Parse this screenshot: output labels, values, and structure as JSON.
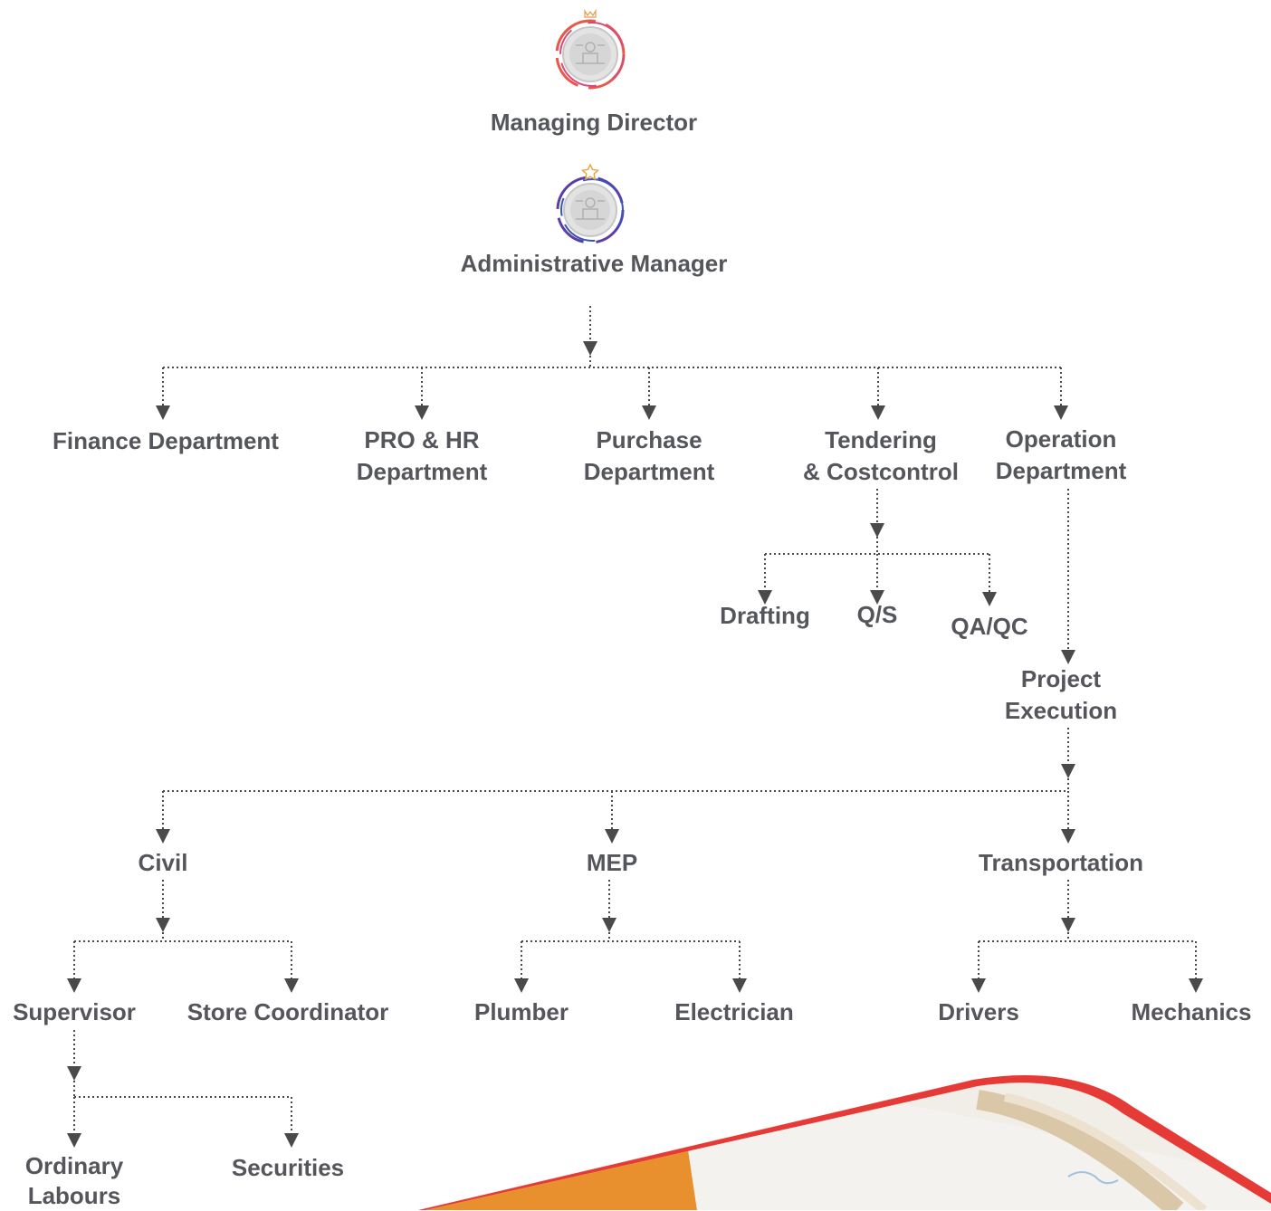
{
  "leadership": {
    "managing_director": "Managing Director",
    "administrative_manager": "Administrative Manager"
  },
  "departments": {
    "finance": "Finance Department",
    "pro_hr": [
      "PRO & HR",
      "Department"
    ],
    "purchase": [
      "Purchase",
      "Department"
    ],
    "tendering": [
      "Tendering",
      "& Costcontrol"
    ],
    "operation": [
      "Operation",
      "Department"
    ]
  },
  "tendering_units": {
    "drafting": "Drafting",
    "qs": "Q/S",
    "qaqc": "QA/QC"
  },
  "project_execution": [
    "Project",
    "Execution"
  ],
  "divisions": {
    "civil": "Civil",
    "mep": "MEP",
    "transportation": "Transportation"
  },
  "civil_roles": {
    "supervisor": "Supervisor",
    "store_coordinator": "Store Coordinator",
    "ordinary_labours": [
      "Ordinary",
      "Labours"
    ],
    "securities": "Securities"
  },
  "mep_roles": {
    "plumber": "Plumber",
    "electrician": "Electrician"
  },
  "transport_roles": {
    "drivers": "Drivers",
    "mechanics": "Mechanics"
  },
  "colors": {
    "text": "#55565b",
    "connector": "#4a4a4a",
    "accent_red": "#e63a36",
    "accent_orange": "#e8902e"
  },
  "icons": {
    "managing_director": "person-avatar-icon",
    "administrative_manager": "person-avatar-icon"
  }
}
